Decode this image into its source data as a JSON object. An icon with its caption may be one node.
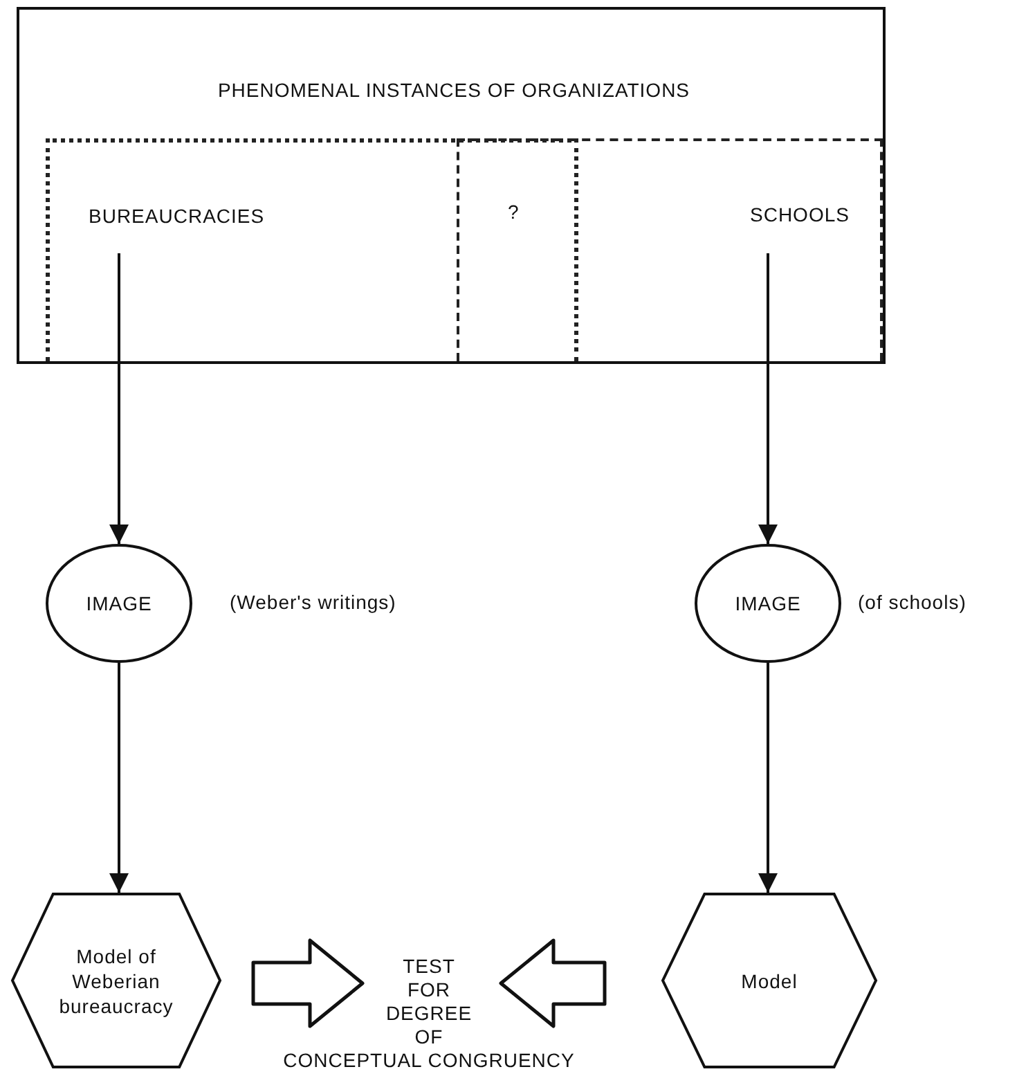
{
  "diagram": {
    "nodes": [
      {
        "text": [
          "PHENOMENAL INSTANCES OF ORGANIZATIONS"
        ]
      },
      {
        "text": [
          "BUREAUCRACIES"
        ],
        "in": 0
      },
      {
        "text": [
          "SCHOOLS"
        ],
        "in": 0
      },
      {
        "text": [
          "IMAGE"
        ],
        "beside": [
          "(Weber's writings)"
        ]
      },
      {
        "text": [
          "IMAGE"
        ],
        "beside": [
          "(of schools)"
        ]
      },
      {
        "text": [
          "Model of Weberian bureaucracy"
        ]
      },
      {
        "text": [
          "Model"
        ]
      },
      {
        "text": [
          "TEST FOR DEGREE OF CONCEPTUAL CONGRUENCY"
        ]
      }
    ],
    "edges": [
      {
        "from": 1,
        "to": 3,
        "arrow": "to"
      },
      {
        "from": 2,
        "to": 4,
        "arrow": "to"
      },
      {
        "from": 3,
        "to": 5,
        "arrow": "to"
      },
      {
        "from": 4,
        "to": 6,
        "arrow": "to"
      },
      {
        "from": 5,
        "to": 7,
        "arrow": "to",
        "style": "thick"
      },
      {
        "from": 6,
        "to": 7,
        "arrow": "to",
        "style": "thick"
      }
    ],
    "labels": [
      "?"
    ]
  }
}
